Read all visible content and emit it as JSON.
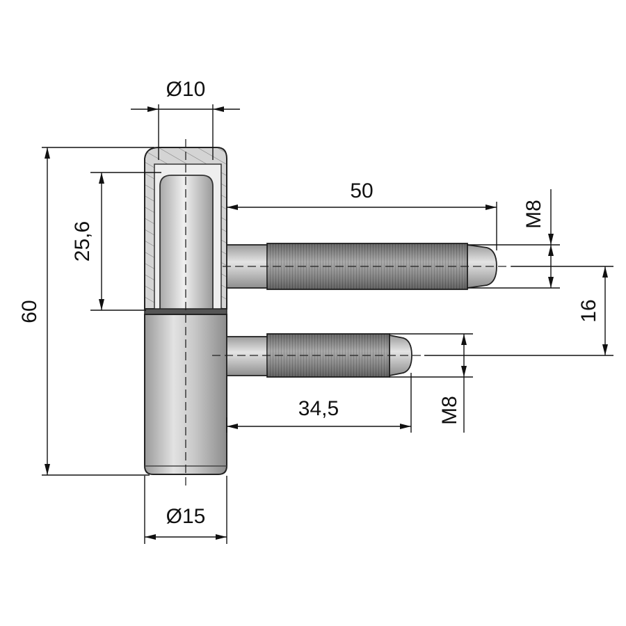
{
  "dimensions": {
    "d_top": "Ø10",
    "d_bottom": "Ø15",
    "height_total": "60",
    "height_bore": "25,6",
    "length_upper_pin": "50",
    "length_lower_pin": "34,5",
    "spacing": "16",
    "thread_upper": "M8",
    "thread_lower": "M8"
  },
  "colors": {
    "line": "#111111",
    "metal_light": "#e6e6e6",
    "metal_mid": "#b8b8b8",
    "metal_dark": "#7a7a7a",
    "thread": "#8a8a8a"
  }
}
